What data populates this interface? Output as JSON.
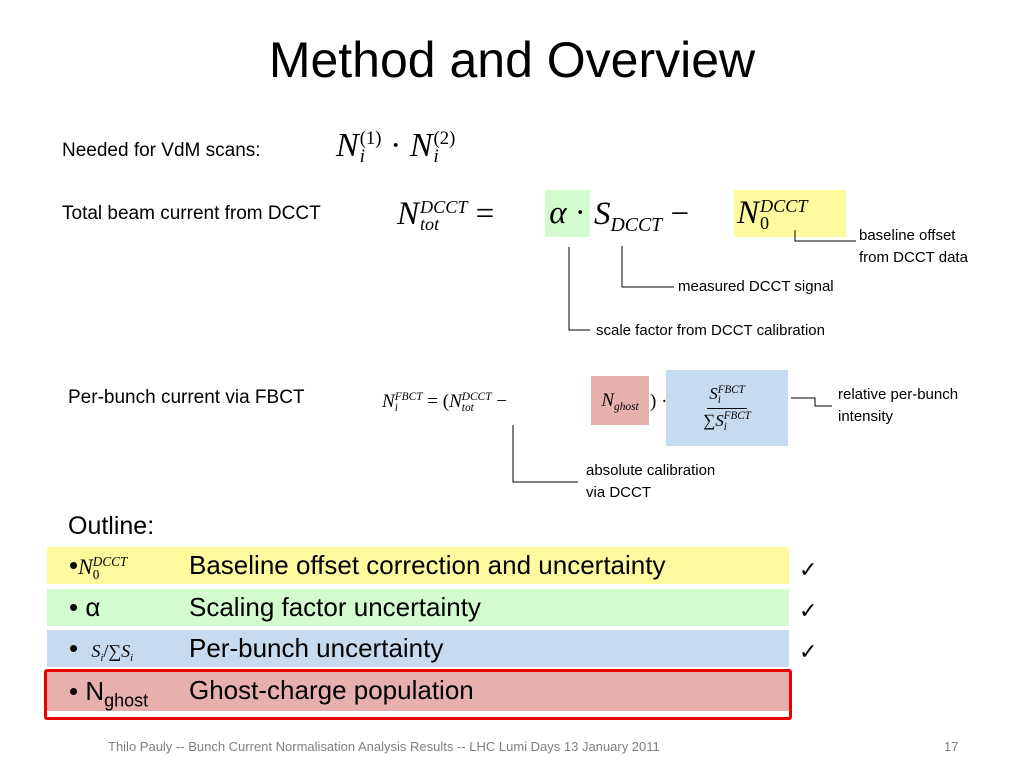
{
  "slide": {
    "title": "Method and Overview",
    "rows": {
      "vdm": {
        "label": "Needed for VdM scans:",
        "product_dot": "·"
      },
      "total": {
        "label": "Total beam current from DCCT"
      },
      "perbunch": {
        "label": "Per-bunch current via FBCT"
      }
    },
    "annotations": {
      "baseline_offset": [
        "baseline offset",
        "from DCCT data"
      ],
      "measured_signal": "measured DCCT signal",
      "scale_factor": "scale factor from DCCT calibration",
      "relative_intensity": [
        "relative per-bunch",
        "intensity"
      ],
      "absolute_calibration": [
        "absolute calibration",
        "via DCCT"
      ]
    },
    "outline": {
      "heading": "Outline:",
      "items": [
        {
          "text": "Baseline offset correction and uncertainty",
          "check": "✓",
          "color": "#fffa9e"
        },
        {
          "prefix": "α",
          "text": "Scaling factor uncertainty",
          "check": "✓",
          "color": "#d4fbd0"
        },
        {
          "text": "Per-bunch uncertainty",
          "check": "✓",
          "color": "#c6daf0"
        },
        {
          "prefix": "N",
          "prefix_sub": "ghost",
          "text": "Ghost-charge population",
          "check": "",
          "color": "#e8b0ad"
        }
      ],
      "highlight_color": "#ef0000"
    },
    "footer": {
      "text": "Thilo Pauly -- Bunch Current Normalisation Analysis Results  --  LHC Lumi Days  13 January 2011",
      "page": "17"
    }
  }
}
